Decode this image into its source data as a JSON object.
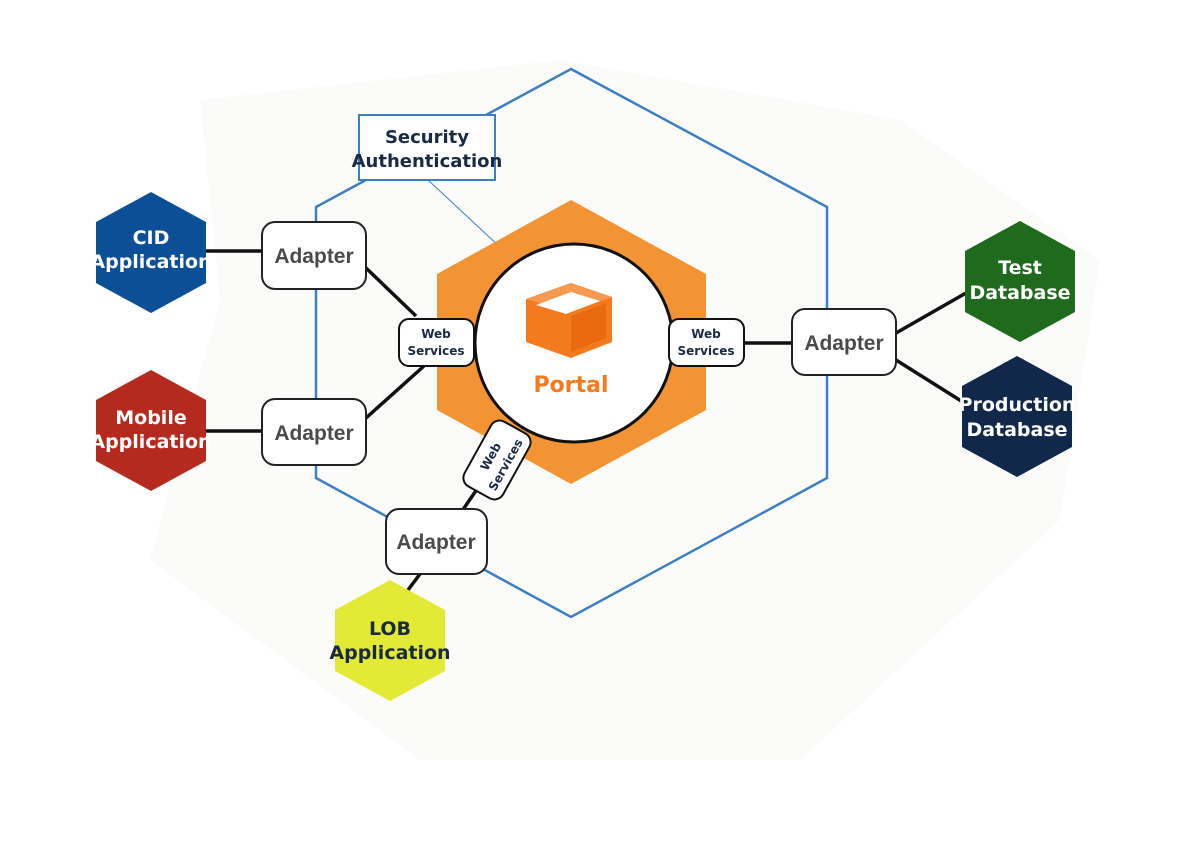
{
  "diagram": {
    "security_box": {
      "line1": "Security",
      "line2": "Authentication"
    },
    "core": {
      "label": "Portal",
      "icon": "cube-icon",
      "color": "#f47a1f",
      "hex_color": "#f39434"
    },
    "web_services": [
      {
        "line1": "Web",
        "line2": "Services"
      },
      {
        "line1": "Web",
        "line2": "Services"
      },
      {
        "line1": "Web",
        "line2": "Services"
      }
    ],
    "adapters": [
      {
        "label": "Adapter"
      },
      {
        "label": "Adapter"
      },
      {
        "label": "Adapter"
      },
      {
        "label": "Adapter"
      }
    ],
    "applications": [
      {
        "line1": "CID",
        "line2": "Application",
        "color": "#0d4f96"
      },
      {
        "line1": "Mobile",
        "line2": "Application",
        "color": "#b52a1e"
      },
      {
        "line1": "LOB",
        "line2": "Application",
        "color": "#e3ea35",
        "text_color": "#1a2a44"
      }
    ],
    "databases": [
      {
        "line1": "Test",
        "line2": "Database",
        "color": "#1f6a1c"
      },
      {
        "line1": "Production",
        "line2": "Database",
        "color": "#12284a"
      }
    ],
    "outer_hex_color": "#3d7fc1"
  }
}
